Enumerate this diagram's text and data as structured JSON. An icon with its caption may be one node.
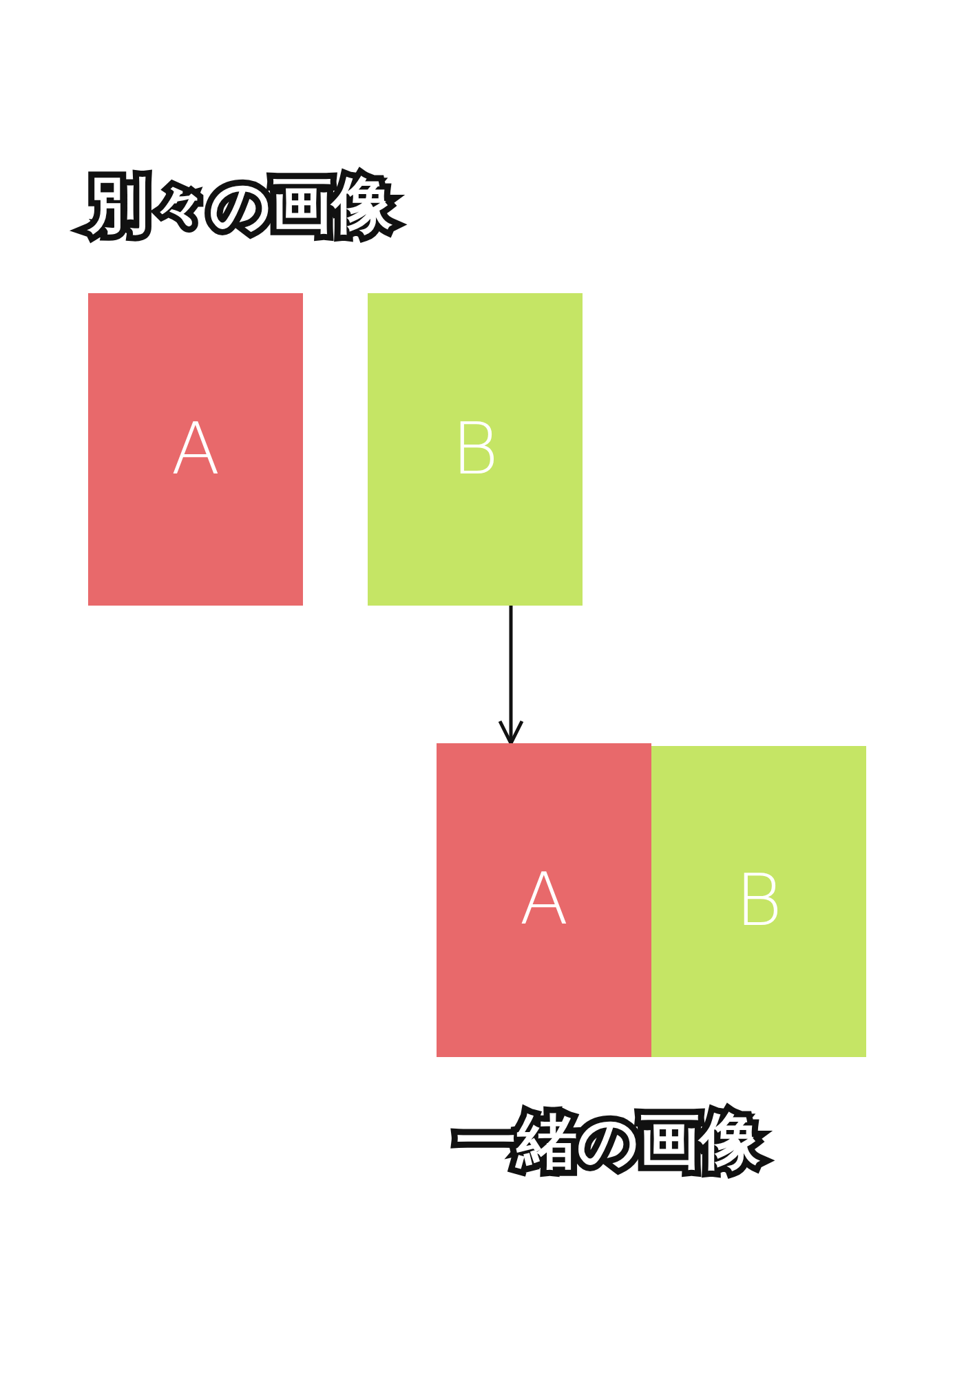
{
  "diagram": {
    "nodes": [
      {
        "text": [
          "別々の画像"
        ]
      },
      {
        "text": [
          "A"
        ],
        "in": 0
      },
      {
        "text": [
          "B"
        ],
        "in": 0
      },
      {
        "text": [
          "一緒の画像"
        ]
      },
      {
        "text": [
          "A"
        ],
        "in": 3
      },
      {
        "text": [
          "B"
        ],
        "in": 3
      }
    ],
    "edges": [
      {
        "from": 2,
        "to": 3,
        "arrow": "to"
      }
    ]
  }
}
